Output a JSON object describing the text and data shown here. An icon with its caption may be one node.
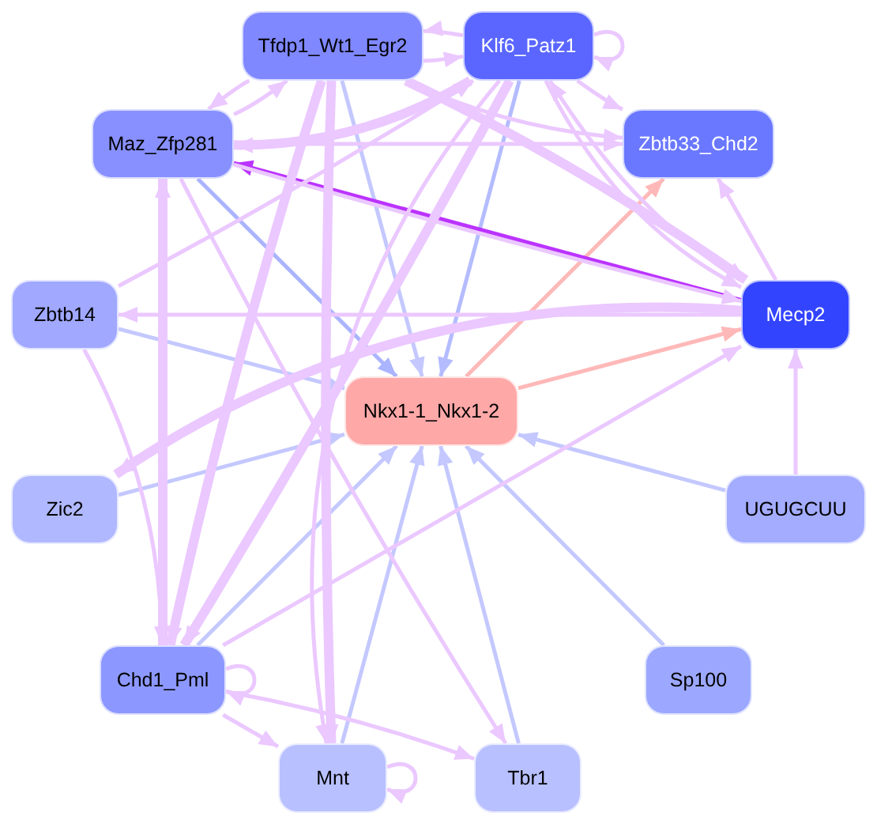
{
  "diagram": {
    "nodes": [
      {
        "text": [
          "Tfdp1_Wt1_Egr2"
        ]
      },
      {
        "text": [
          "Klf6_Patz1"
        ]
      },
      {
        "text": [
          "Maz_Zfp281"
        ]
      },
      {
        "text": [
          "Zbtb33_Chd2"
        ]
      },
      {
        "text": [
          "Zbtb14"
        ]
      },
      {
        "text": [
          "Mecp2"
        ]
      },
      {
        "text": [
          "Nkx1-1_Nkx1-2"
        ]
      },
      {
        "text": [
          "Zic2"
        ]
      },
      {
        "text": [
          "UGUGCUU"
        ]
      },
      {
        "text": [
          "Chd1_Pml"
        ]
      },
      {
        "text": [
          "Sp100"
        ]
      },
      {
        "text": [
          "Mnt"
        ]
      },
      {
        "text": [
          "Tbr1"
        ]
      }
    ],
    "edges": [
      {
        "from": 0,
        "to": 6,
        "arrow": "to",
        "color": "#c4c8ff"
      },
      {
        "from": 1,
        "to": 6,
        "arrow": "to",
        "color": "#b4bcff"
      },
      {
        "from": 2,
        "to": 6,
        "arrow": "to",
        "color": "#aab4ff"
      },
      {
        "from": 4,
        "to": 6,
        "arrow": "to",
        "color": "#c4c8ff"
      },
      {
        "from": 7,
        "to": 6,
        "arrow": "to",
        "color": "#c4c8ff"
      },
      {
        "from": 8,
        "to": 6,
        "arrow": "to",
        "color": "#c4c8ff"
      },
      {
        "from": 9,
        "to": 6,
        "arrow": "to",
        "color": "#c4c8ff"
      },
      {
        "from": 10,
        "to": 6,
        "arrow": "to",
        "color": "#c4c8ff"
      },
      {
        "from": 11,
        "to": 6,
        "arrow": "to",
        "color": "#c4c8ff"
      },
      {
        "from": 12,
        "to": 6,
        "arrow": "to",
        "color": "#c4c8ff"
      },
      {
        "from": 6,
        "to": 3,
        "arrow": "to",
        "color": "#ffb8b8"
      },
      {
        "from": 6,
        "to": 5,
        "arrow": "to",
        "color": "#ffb8b8"
      },
      {
        "from": 5,
        "to": 2,
        "arrow": "to",
        "color": "#bb33ff"
      },
      {
        "from": 0,
        "to": 2,
        "arrow": "to"
      },
      {
        "from": 2,
        "to": 0,
        "arrow": "to"
      },
      {
        "from": 0,
        "to": 1,
        "arrow": "to"
      },
      {
        "from": 1,
        "to": 0,
        "arrow": "to"
      },
      {
        "from": 1,
        "to": 1,
        "arrow": "to"
      },
      {
        "from": 0,
        "to": 3,
        "arrow": "to"
      },
      {
        "from": 2,
        "to": 3,
        "arrow": "to"
      },
      {
        "from": 1,
        "to": 3,
        "arrow": "to"
      },
      {
        "from": 0,
        "to": 5,
        "arrow": "to",
        "style": "thick"
      },
      {
        "from": 1,
        "to": 5,
        "arrow": "to"
      },
      {
        "from": 5,
        "to": 1,
        "arrow": "to"
      },
      {
        "from": 2,
        "to": 5,
        "arrow": "to"
      },
      {
        "from": 5,
        "to": 3,
        "arrow": "to"
      },
      {
        "from": 8,
        "to": 5,
        "arrow": "to"
      },
      {
        "from": 5,
        "to": 4,
        "arrow": "to"
      },
      {
        "from": 5,
        "to": 7,
        "arrow": "to",
        "style": "thick"
      },
      {
        "from": 9,
        "to": 2,
        "arrow": "to",
        "style": "thick"
      },
      {
        "from": 9,
        "to": 5,
        "arrow": "to"
      },
      {
        "from": 9,
        "to": 9,
        "arrow": "to"
      },
      {
        "from": 9,
        "to": 11,
        "arrow": "to"
      },
      {
        "from": 9,
        "to": 12,
        "arrow": "to"
      },
      {
        "from": 4,
        "to": 9,
        "arrow": "to"
      },
      {
        "from": 0,
        "to": 9,
        "arrow": "to",
        "style": "thick"
      },
      {
        "from": 1,
        "to": 9,
        "arrow": "to",
        "style": "thick"
      },
      {
        "from": 4,
        "to": 1,
        "arrow": "to"
      },
      {
        "from": 0,
        "to": 11,
        "arrow": "to",
        "style": "thick"
      },
      {
        "from": 1,
        "to": 11,
        "arrow": "to"
      },
      {
        "from": 11,
        "to": 11,
        "arrow": "to"
      },
      {
        "from": 2,
        "to": 12,
        "arrow": "to"
      },
      {
        "from": 1,
        "to": 2,
        "arrow": "to",
        "style": "thick"
      }
    ]
  }
}
